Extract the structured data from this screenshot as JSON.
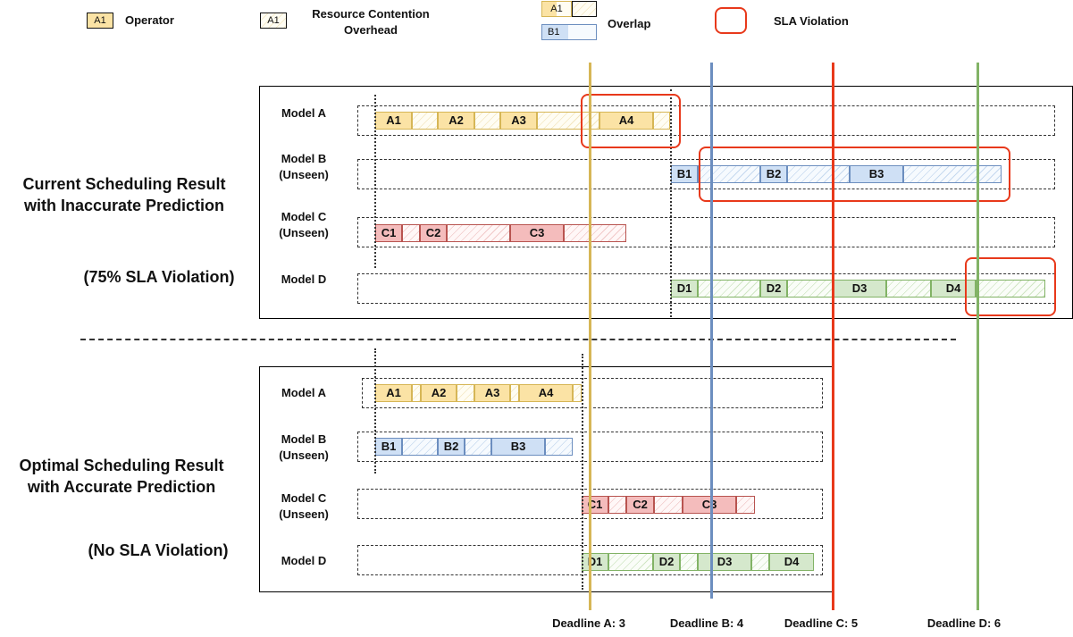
{
  "legend": {
    "operator_sample": "A1",
    "operator_label": "Operator",
    "overhead_sample": "A1",
    "overhead_label": "Resource Contention\nOverhead",
    "overlap_sample_a": "A1",
    "overlap_sample_b": "B1",
    "overlap_label": "Overlap",
    "sla_label": "SLA Violation"
  },
  "top_section": {
    "title": "Current Scheduling Result\nwith Inaccurate Prediction",
    "subtitle": "(75% SLA Violation)",
    "models": [
      "Model A",
      "Model B\n(Unseen)",
      "Model C\n(Unseen)",
      "Model D"
    ],
    "blocks": {
      "a": [
        "A1",
        "A2",
        "A3",
        "A4"
      ],
      "b": [
        "B1",
        "B2",
        "B3"
      ],
      "c": [
        "C1",
        "C2",
        "C3"
      ],
      "d": [
        "D1",
        "D2",
        "D3",
        "D4"
      ]
    }
  },
  "bottom_section": {
    "title": "Optimal Scheduling Result\nwith Accurate Prediction",
    "subtitle": "(No SLA Violation)",
    "models": [
      "Model A",
      "Model B\n(Unseen)",
      "Model C\n(Unseen)",
      "Model D"
    ],
    "blocks": {
      "a": [
        "A1",
        "A2",
        "A3",
        "A4"
      ],
      "b": [
        "B1",
        "B2",
        "B3"
      ],
      "c": [
        "C1",
        "C2",
        "C3"
      ],
      "d": [
        "D1",
        "D2",
        "D3",
        "D4"
      ]
    }
  },
  "deadlines": [
    {
      "label": "Deadline A: 3",
      "color": "#d6b656"
    },
    {
      "label": "Deadline B: 4",
      "color": "#6c8ebf"
    },
    {
      "label": "Deadline C: 5",
      "color": "#e8391b"
    },
    {
      "label": "Deadline D: 6",
      "color": "#82b366"
    }
  ],
  "colors": {
    "model_a": "#fbe3a5",
    "model_b": "#cfe0f5",
    "model_c": "#f4bcbc",
    "model_d": "#d5e8cc",
    "sla_violation": "#e8391b"
  }
}
